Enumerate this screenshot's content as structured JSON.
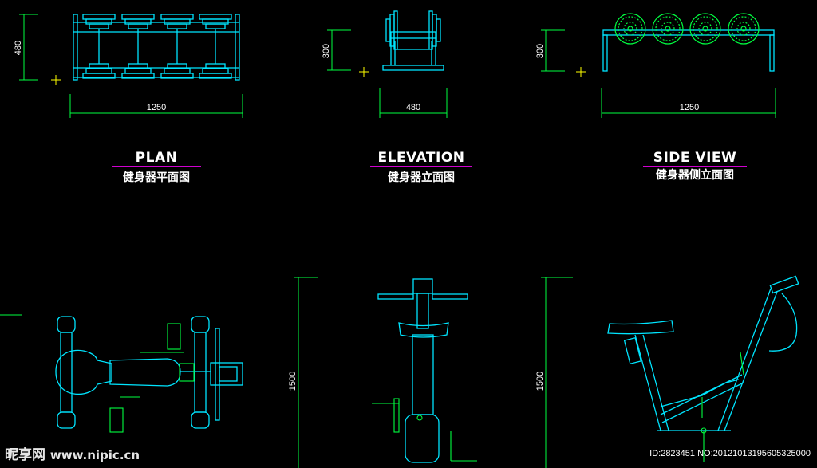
{
  "colors": {
    "cyan": "#00e5ff",
    "green": "#00ff40",
    "yellow": "#ffff00",
    "white": "#ffffff",
    "magenta": "#d000d0"
  },
  "views": {
    "plan": {
      "title": "PLAN",
      "subtitle": "健身器平面图",
      "dim_width": "1250",
      "dim_depth": "480"
    },
    "elevation": {
      "title": "ELEVATION",
      "subtitle": "健身器立面图",
      "dim_width": "480",
      "dim_height": "300"
    },
    "side": {
      "title": "SIDE VIEW",
      "subtitle": "健身器侧立面图",
      "dim_width": "1250",
      "dim_height": "300"
    }
  },
  "bike": {
    "dim_height_1": "1500",
    "dim_height_2": "1500"
  },
  "watermark": {
    "logo": "昵享网",
    "url": "www.nipic.cn",
    "id_text": "ID:2823451 NO:20121013195605325000"
  }
}
